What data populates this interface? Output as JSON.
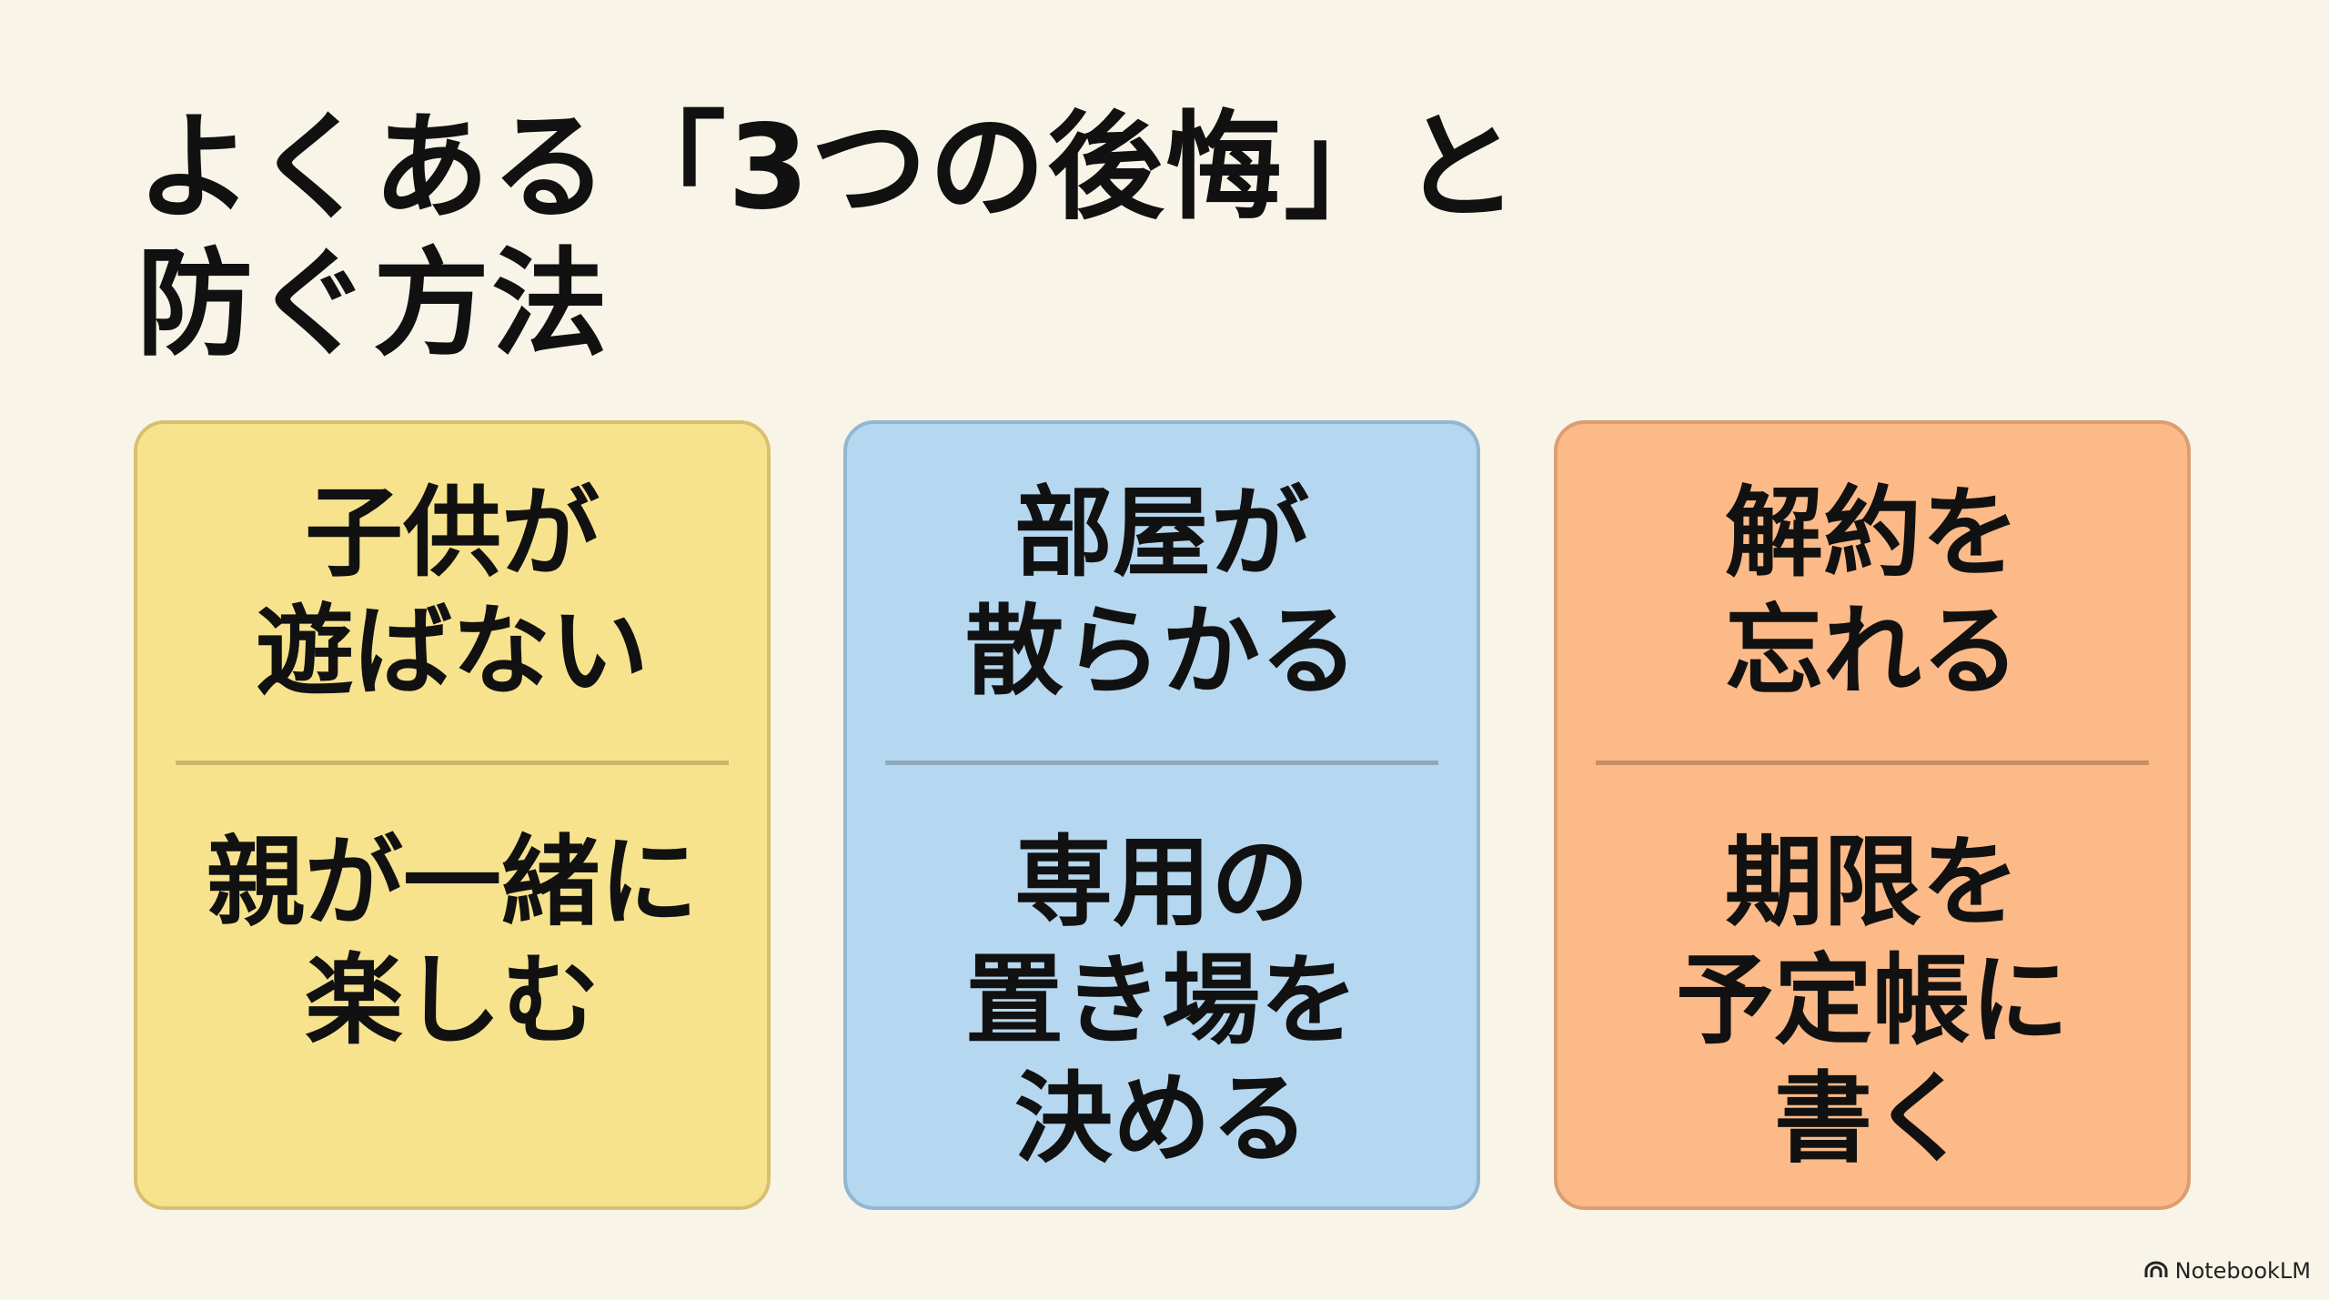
{
  "title": {
    "lines": [
      "よくある「3つの後悔」と",
      "防ぐ方法"
    ]
  },
  "cards": [
    {
      "color": "#f7e38e",
      "problem": [
        "子供が",
        "遊ばない"
      ],
      "solution": [
        "親が一緒に",
        "楽しむ"
      ]
    },
    {
      "color": "#b5d7ef",
      "problem": [
        "部屋が",
        "散らかる"
      ],
      "solution": [
        "専用の",
        "置き場を",
        "決める"
      ]
    },
    {
      "color": "#fbba88",
      "problem": [
        "解約を",
        "忘れる"
      ],
      "solution": [
        "期限を",
        "予定帳に",
        "書く"
      ]
    }
  ],
  "branding": {
    "label": "NotebookLM",
    "icon": "notebooklm-logo-icon"
  }
}
